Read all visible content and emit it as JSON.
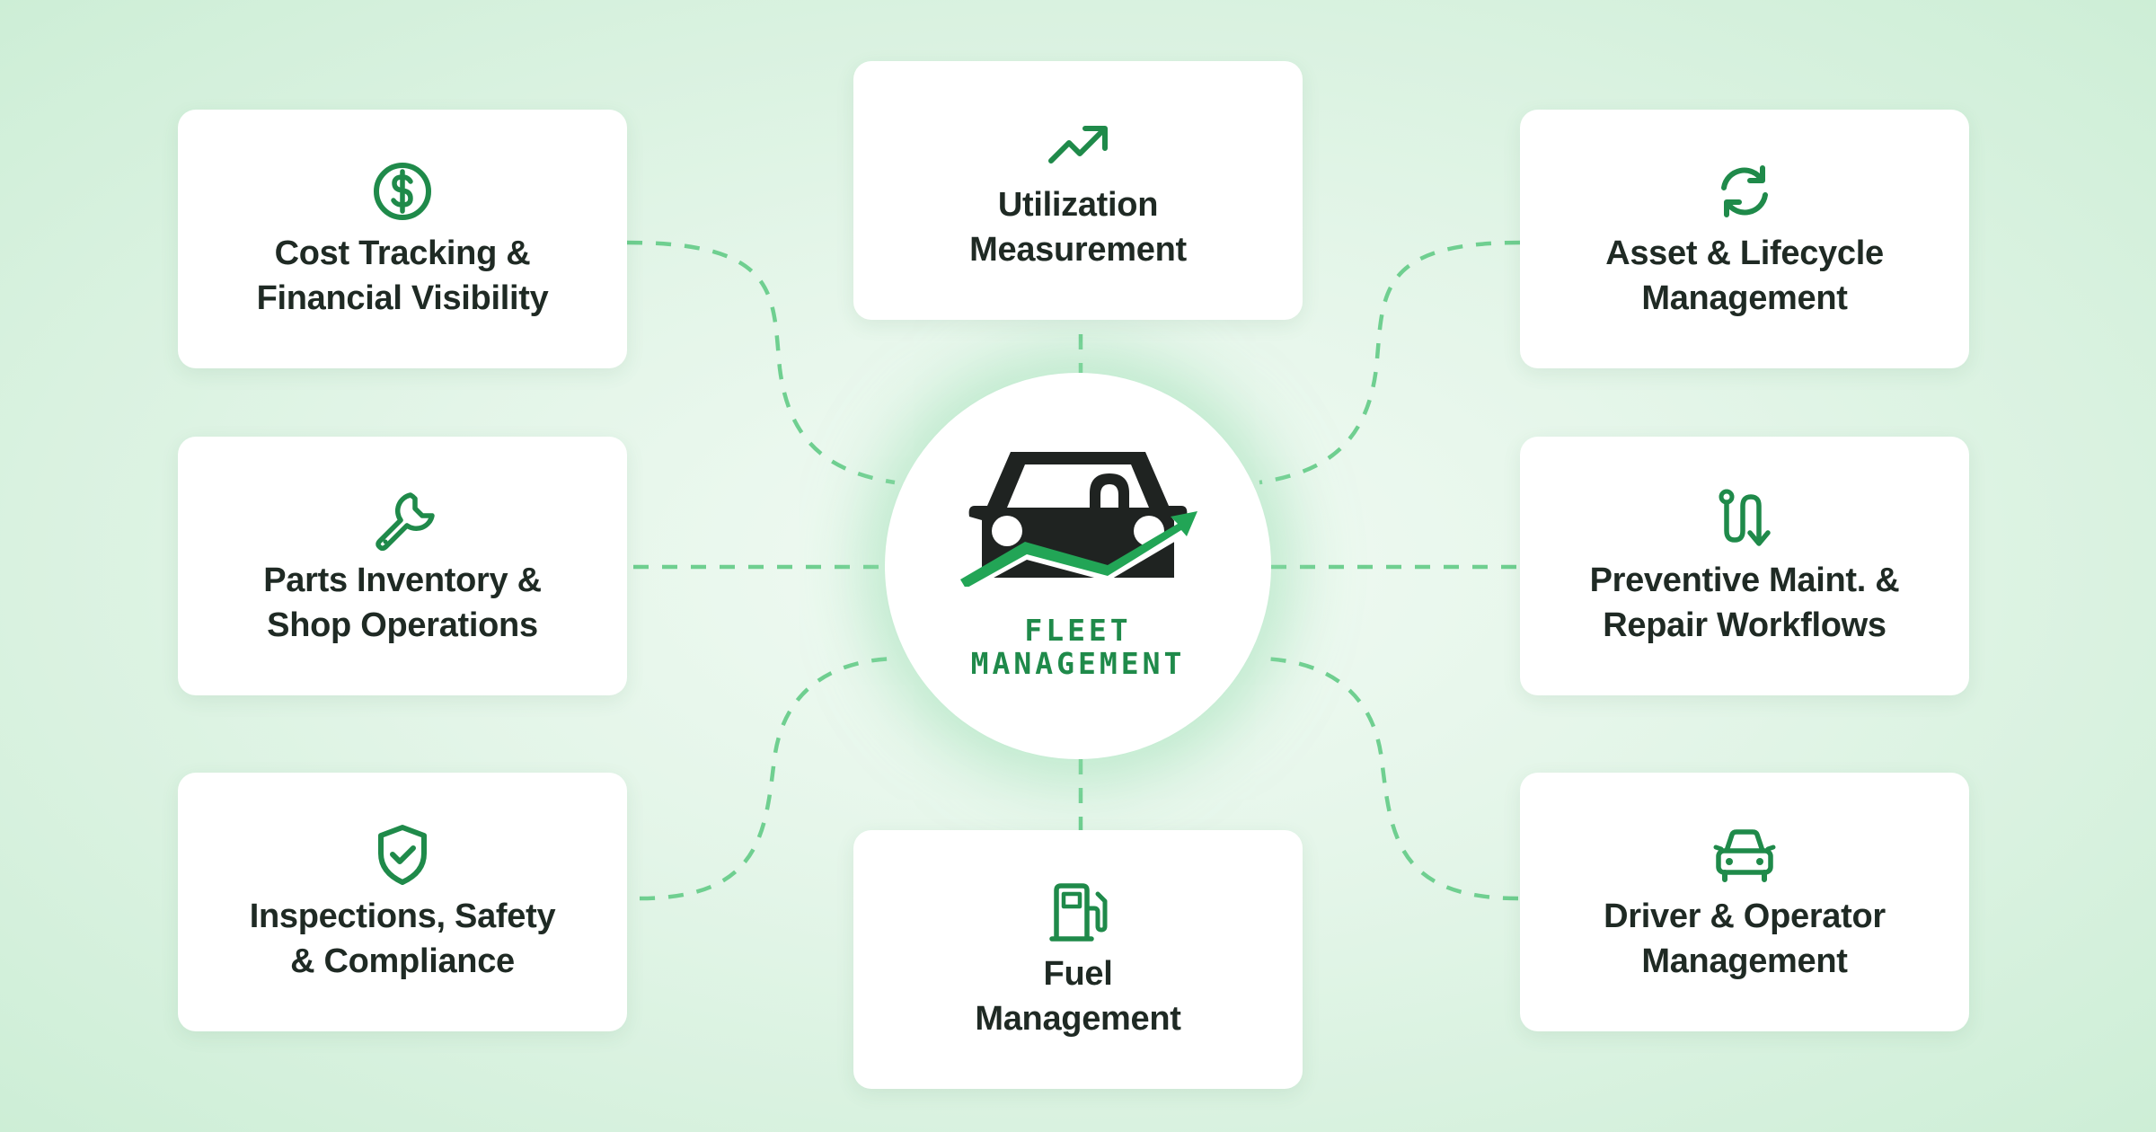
{
  "hub": {
    "title_line1": "FLEET",
    "title_line2": "MANAGEMENT",
    "logo_icon": "car-with-rising-arrow-icon"
  },
  "colors": {
    "accent": "#1f8a4a",
    "connector": "#6fcf90",
    "card_text": "#1f2a24",
    "background": "#dff4e5"
  },
  "cards": {
    "utilization": {
      "icon": "trending-up-icon",
      "line1": "Utilization",
      "line2": "Measurement"
    },
    "cost": {
      "icon": "dollar-circle-icon",
      "line1": "Cost Tracking &",
      "line2": "Financial Visibility"
    },
    "asset": {
      "icon": "refresh-cycle-icon",
      "line1": "Asset & Lifecycle",
      "line2": "Management"
    },
    "parts": {
      "icon": "wrench-icon",
      "line1": "Parts Inventory &",
      "line2": "Shop Operations"
    },
    "preventive": {
      "icon": "workflow-route-icon",
      "line1": "Preventive Maint. &",
      "line2": "Repair Workflows"
    },
    "inspections": {
      "icon": "shield-check-icon",
      "line1": "Inspections, Safety",
      "line2": "& Compliance"
    },
    "fuel": {
      "icon": "fuel-pump-icon",
      "line1": "Fuel",
      "line2": "Management"
    },
    "driver": {
      "icon": "car-front-icon",
      "line1": "Driver & Operator",
      "line2": "Management"
    }
  }
}
